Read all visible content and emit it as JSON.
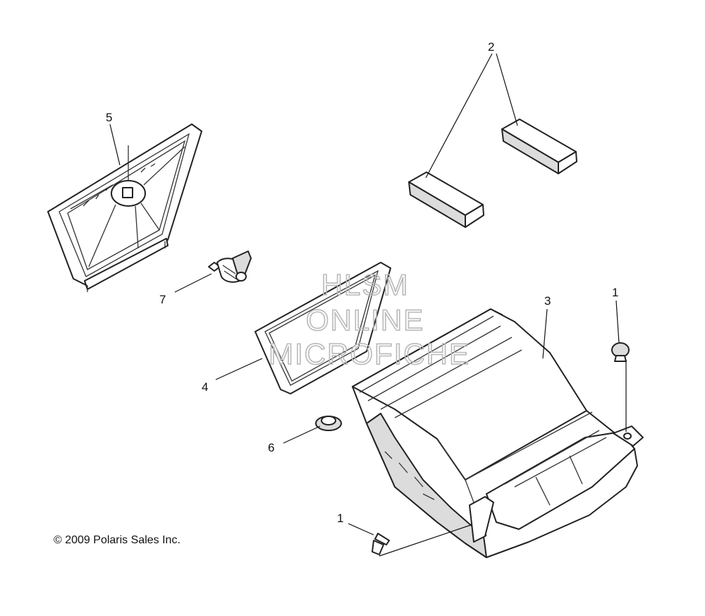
{
  "diagram": {
    "callouts": [
      {
        "id": "c2",
        "label": "2"
      },
      {
        "id": "c5",
        "label": "5"
      },
      {
        "id": "c7",
        "label": "7"
      },
      {
        "id": "c3",
        "label": "3"
      },
      {
        "id": "c1a",
        "label": "1"
      },
      {
        "id": "c4",
        "label": "4"
      },
      {
        "id": "c6",
        "label": "6"
      },
      {
        "id": "c1b",
        "label": "1"
      }
    ],
    "watermark": {
      "line1": "HLSM",
      "line2": "ONLINE",
      "line3": "MICROFICHE"
    },
    "copyright": "© 2009 Polaris Sales Inc."
  }
}
